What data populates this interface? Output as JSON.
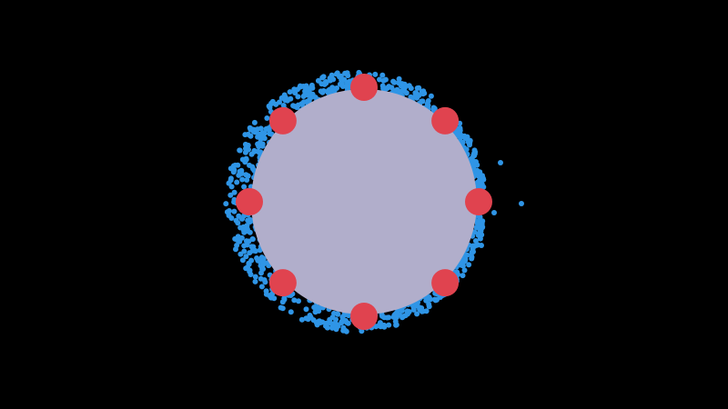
{
  "scene": {
    "background_color": "#000000",
    "core_color": "#b1aecb",
    "particle_color": "#2f95e6",
    "node_color": "#e0434f"
  },
  "nodes": [
    {
      "label": "top",
      "angle_deg": 270
    },
    {
      "label": "top-right",
      "angle_deg": 315
    },
    {
      "label": "right",
      "angle_deg": 0
    },
    {
      "label": "bottom-right",
      "angle_deg": 45
    },
    {
      "label": "bottom",
      "angle_deg": 90
    },
    {
      "label": "bottom-left",
      "angle_deg": 135
    },
    {
      "label": "left",
      "angle_deg": 180
    },
    {
      "label": "top-left",
      "angle_deg": 225
    }
  ]
}
